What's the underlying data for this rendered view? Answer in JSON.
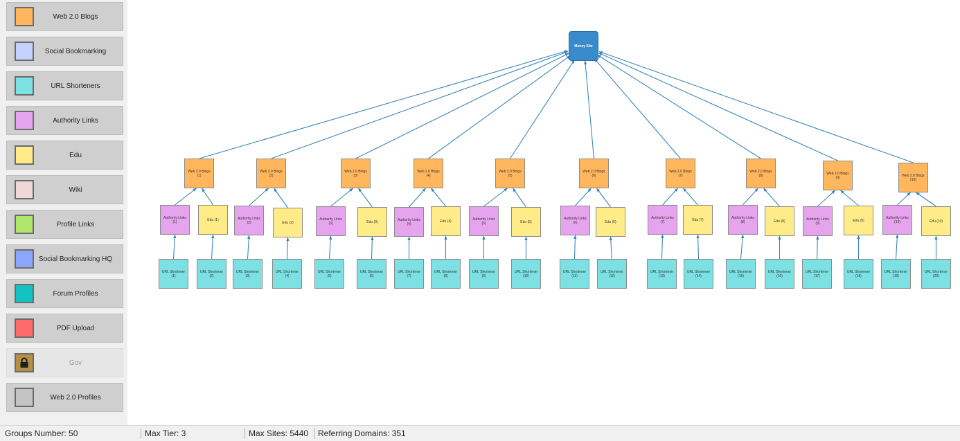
{
  "sidebar": {
    "items": [
      {
        "label": "Web 2.0 Blogs",
        "color": "#ffb65c"
      },
      {
        "label": "Social Bookmarking",
        "color": "#c3d2ff"
      },
      {
        "label": "URL Shorteners",
        "color": "#7de1e3"
      },
      {
        "label": "Authority Links",
        "color": "#e7a4ee"
      },
      {
        "label": "Edu",
        "color": "#ffec88"
      },
      {
        "label": "Wiki",
        "color": "#eed9d7"
      },
      {
        "label": "Profile Links",
        "color": "#b0e669"
      },
      {
        "label": "Social Bookmarking HQ",
        "color": "#8aa6ff"
      },
      {
        "label": "Forum Profiles",
        "color": "#14c2c2"
      },
      {
        "label": "PDF Upload",
        "color": "#ff6b6b"
      },
      {
        "label": "Gov",
        "color": "#b58f43",
        "locked": true,
        "icon": "lock-icon"
      },
      {
        "label": "Web 2.0 Profiles",
        "color": "#c4c4c4"
      }
    ]
  },
  "diagram": {
    "colors": {
      "money": "#3a8bcb",
      "web2": "#ffb65c",
      "authority": "#e7a4ee",
      "edu": "#ffec88",
      "shortener": "#7de1e3",
      "link": "#3a86b8"
    },
    "money_site": "Money Site",
    "web2_blogs": [
      "Web 2.0 Blogs (1)",
      "Web 2.0 Blogs (2)",
      "Web 2.0 Blogs (3)",
      "Web 2.0 Blogs (4)",
      "Web 2.0 Blogs (5)",
      "Web 2.0 Blogs (6)",
      "Web 2.0 Blogs (7)",
      "Web 2.0 Blogs (8)",
      "Web 2.0 Blogs (9)",
      "Web 2.0 Blogs (10)"
    ],
    "authority_links": [
      "Authority Links (1)",
      "Authority Links (2)",
      "Authority Links (3)",
      "Authority Links (4)",
      "Authority Links (5)",
      "Authority Links (6)",
      "Authority Links (7)",
      "Authority Links (8)",
      "Authority Links (9)",
      "Authority Links (10)"
    ],
    "edu": [
      "Edu (1)",
      "Edu (2)",
      "Edu (3)",
      "Edu (4)",
      "Edu (5)",
      "Edu (6)",
      "Edu (7)",
      "Edu (8)",
      "Edu (9)",
      "Edu (10)"
    ],
    "url_shorteners": [
      "URL Shortener (1)",
      "URL Shortener (2)",
      "URL Shortener (3)",
      "URL Shortener (4)",
      "URL Shortener (5)",
      "URL Shortener (6)",
      "URL Shortener (7)",
      "URL Shortener (8)",
      "URL Shortener (9)",
      "URL Shortener (10)",
      "URL Shortener (11)",
      "URL Shortener (12)",
      "URL Shortener (13)",
      "URL Shortener (14)",
      "URL Shortener (15)",
      "URL Shortener (16)",
      "URL Shortener (17)",
      "URL Shortener (18)",
      "URL Shortener (19)",
      "URL Shortener (20)"
    ]
  },
  "status": {
    "groups": "Groups Number: 50",
    "max_tier": "Max Tier: 3",
    "max_sites": "Max Sites: 5440",
    "referring_domains": "Referring Domains: 351"
  }
}
